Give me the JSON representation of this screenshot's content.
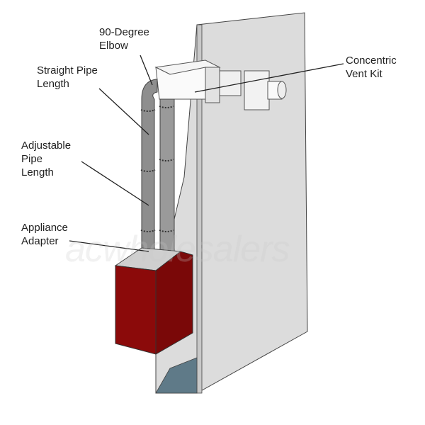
{
  "labels": {
    "elbow": "90-Degree\nElbow",
    "straight_pipe": "Straight Pipe\nLength",
    "adjustable_pipe": "Adjustable\nPipe\nLength",
    "appliance_adapter": "Appliance\nAdapter",
    "vent_kit": "Concentric\nVent Kit"
  },
  "watermark": "acwholesalers",
  "colors": {
    "appliance": "#8b0a0a",
    "wall": "#d9d9d9",
    "pipe": "#8e8e8e",
    "opening": "#5f7a88"
  }
}
